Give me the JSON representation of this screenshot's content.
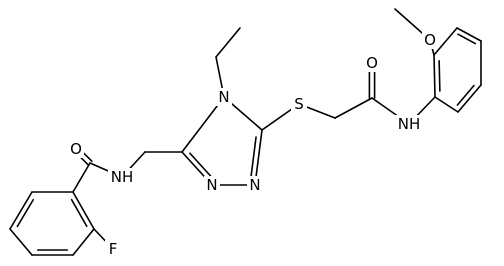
{
  "molecule": {
    "atoms": [
      {
        "id": "o_amide_left",
        "label": "O"
      },
      {
        "id": "nh_amide_left",
        "label": "NH"
      },
      {
        "id": "n_ring_4",
        "label": "N"
      },
      {
        "id": "n_ring_1",
        "label": "N"
      },
      {
        "id": "n_ring_2",
        "label": "N"
      },
      {
        "id": "s_thioether",
        "label": "S"
      },
      {
        "id": "o_amide_right",
        "label": "O"
      },
      {
        "id": "nh_amide_right",
        "label": "NH"
      },
      {
        "id": "o_methoxy",
        "label": "O"
      },
      {
        "id": "f_fluoro",
        "label": "F"
      }
    ]
  }
}
